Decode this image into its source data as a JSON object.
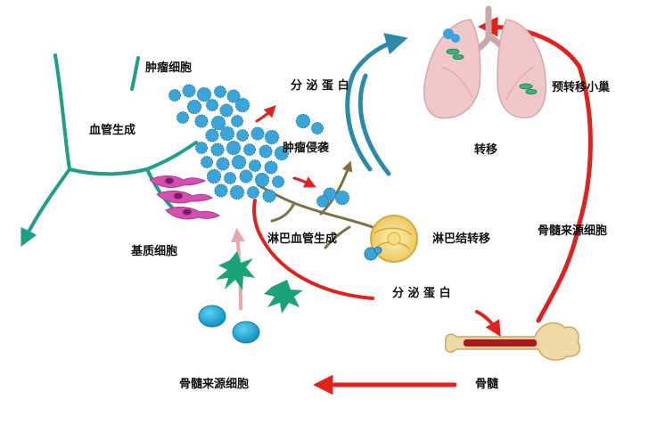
{
  "labels": {
    "tumor_cells": "肿瘤细胞",
    "angiogenesis": "血管生成",
    "secreted_protein_top": "分 泌 蛋 白",
    "tumor_invasion": "肿瘤侵袭",
    "metastasis": "转移",
    "premetastatic_niche": "预转移小巢",
    "stromal_cells": "基质细胞",
    "lymphangiogenesis": "淋巴血管生成",
    "lymph_node_metastasis": "淋巴结转移",
    "bone_marrow_derived_cells_right": "骨髓来源细胞",
    "secreted_protein_bottom": "分 泌 蛋 白",
    "bone_marrow": "骨髓",
    "bone_marrow_derived_cells_bottom": "骨髓来源细胞"
  },
  "colors": {
    "teal": "#1f9e88",
    "blue_arrow": "#2b8aa8",
    "red": "#e0221f",
    "olive": "#7a7245",
    "pink_stromal": "#d54fb0",
    "pink_arrow": "#e6a9b2",
    "tumor_blue": "#3ba4d8",
    "lung": "#f1c8c9",
    "bone": "#efd9a4",
    "marrow_blood": "#b0171a"
  },
  "icons": [
    "tumor-cell-cluster-icon",
    "lungs-icon",
    "lymph-node-icon",
    "bone-icon",
    "stromal-cell-icon",
    "red-blood-cell-icon",
    "green-cell-icon"
  ]
}
